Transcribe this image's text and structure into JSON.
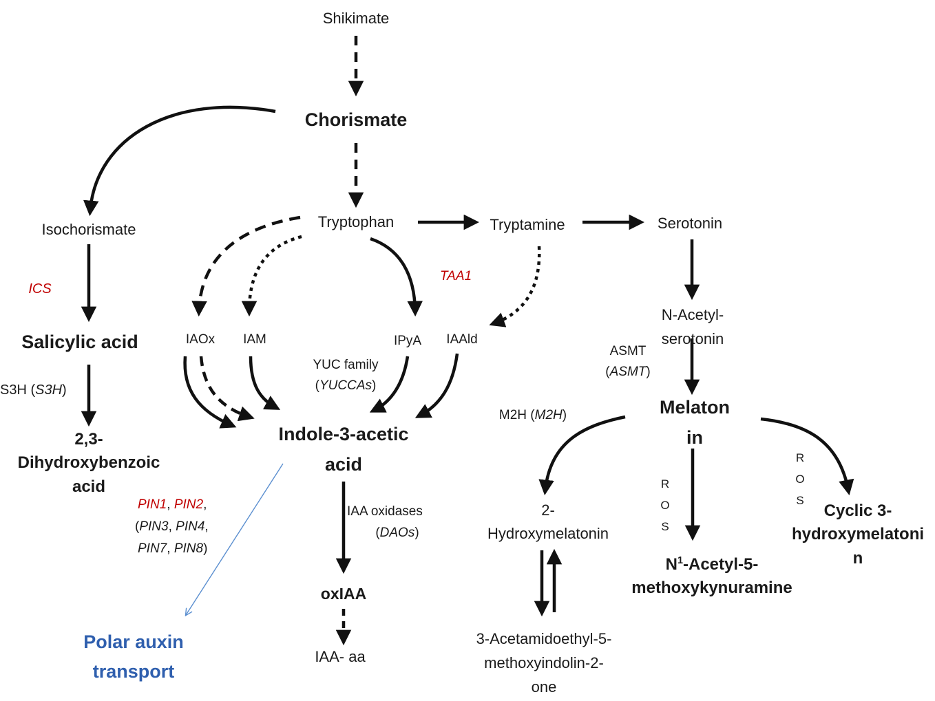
{
  "nodes": {
    "shikimate": "Shikimate",
    "chorismate": "Chorismate",
    "isochorismate": "Isochorismate",
    "salicylic_acid": "Salicylic acid",
    "dihydroxybenzoic_1": "2,3-",
    "dihydroxybenzoic_2": "Dihydroxybenzoic",
    "dihydroxybenzoic_3": "acid",
    "tryptophan": "Tryptophan",
    "tryptamine": "Tryptamine",
    "serotonin": "Serotonin",
    "iaox": "IAOx",
    "iam": "IAM",
    "ipya": "IPyA",
    "iaald": "IAAld",
    "iaa_1": "Indole-3-acetic",
    "iaa_2": "acid",
    "oxiaa": "oxIAA",
    "iaa_aa": "IAA- aa",
    "polar_auxin_1": "Polar auxin",
    "polar_auxin_2": "transport",
    "n_acetyl_serotonin_1": "N-Acetyl-",
    "n_acetyl_serotonin_2": "serotonin",
    "melatonin_1": "Melaton",
    "melatonin_2": "in",
    "hydroxymelatonin_1": "2-",
    "hydroxymelatonin_2": "Hydroxymelatonin",
    "acetamido_1": "3-Acetamidoethyl-5-",
    "acetamido_2": "methoxyindolin-2-",
    "acetamido_3": "one",
    "afmk_1_pre": "N",
    "afmk_1_sup": "1",
    "afmk_1_post": "-Acetyl-5-",
    "afmk_2": "methoxykynuramine",
    "cyclic_1": "Cyclic 3-",
    "cyclic_2": "hydroxymelatoni",
    "cyclic_3": "n"
  },
  "enzymes": {
    "ics": "ICS",
    "s3h": "S3H",
    "s3h_gene": "S3H",
    "taa1": "TAA1",
    "yuc_family": "YUC family",
    "yuccas": "YUCCAs",
    "pin1": "PIN1",
    "pin2": "PIN2",
    "pin3": "PIN3",
    "pin4": "PIN4",
    "pin7": "PIN7",
    "pin8": "PIN8",
    "iaa_oxidases": "IAA oxidases",
    "daos": "DAOs",
    "asmt": "ASMT",
    "asmt_gene": "ASMT",
    "m2h": "M2H",
    "m2h_gene": "M2H",
    "ros_left": "ROS",
    "ros_right": "ROS"
  },
  "colors": {
    "arrow": "#111111",
    "gene_red": "#c00000",
    "transport_blue": "#2f5fae",
    "transport_arrow": "#5b8fd0"
  }
}
